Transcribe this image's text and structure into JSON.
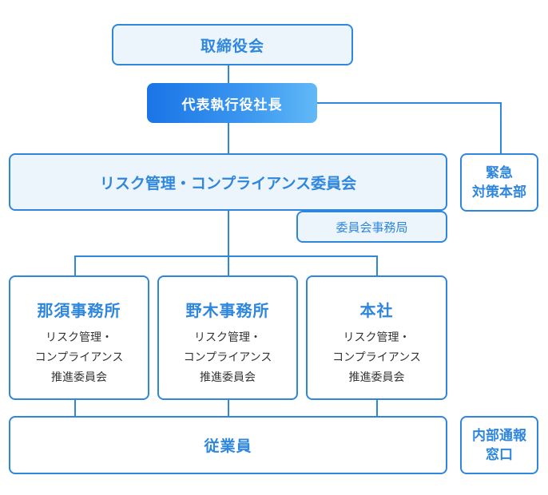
{
  "board": "取締役会",
  "ceo": "代表執行役社長",
  "committee": "リスク管理・コンプライアンス委員会",
  "secretariat": "委員会事務局",
  "emergency": "緊急\n対策本部",
  "offices": [
    {
      "name": "那須事務所",
      "desc": "リスク管理・\nコンプライアンス\n推進委員会"
    },
    {
      "name": "野木事務所",
      "desc": "リスク管理・\nコンプライアンス\n推進委員会"
    },
    {
      "name": "本社",
      "desc": "リスク管理・\nコンプライアンス\n推進委員会"
    }
  ],
  "employees": "従業員",
  "whistleblowing": "内部通報\n窓口",
  "colors": {
    "accent": "#2f86dd",
    "light_fill": "#edf5fc",
    "ceo_gradient_start": "#1a74e6",
    "ceo_gradient_end": "#62b8f7"
  }
}
